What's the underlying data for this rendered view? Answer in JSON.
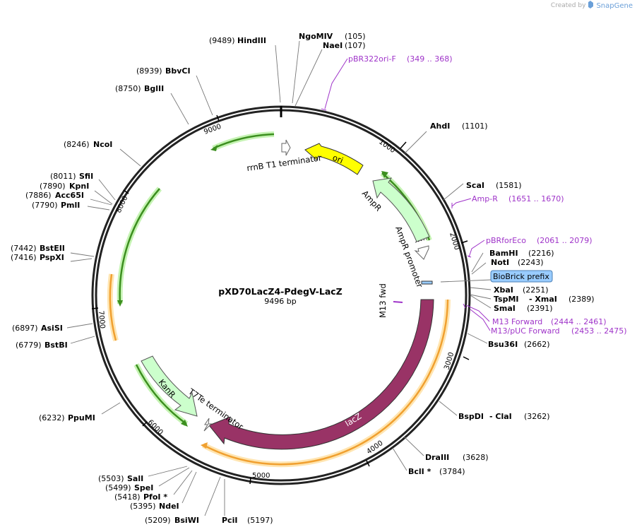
{
  "credit": {
    "prefix": "Created by",
    "brand": "SnapGene"
  },
  "plasmid": {
    "name": "pXD70LacZ4-PdegV-LacZ",
    "length": "9496 bp"
  },
  "ticks": [
    "1000",
    "2000",
    "3000",
    "4000",
    "5000",
    "6000",
    "7000",
    "8000",
    "9000"
  ],
  "sites": [
    {
      "pos": "(9489)",
      "name": "HindIII"
    },
    {
      "name": "NgoMIV",
      "pos": "(105)"
    },
    {
      "name": "NaeI",
      "pos": "(107)"
    },
    {
      "pos": "(8939)",
      "name": "BbvCI"
    },
    {
      "pos": "(8750)",
      "name": "BglII"
    },
    {
      "pos": "(8246)",
      "name": "NcoI"
    },
    {
      "pos": "(8011)",
      "name": "SfiI"
    },
    {
      "pos": "(7890)",
      "name": "KpnI"
    },
    {
      "pos": "(7886)",
      "name": "Acc65I"
    },
    {
      "pos": "(7790)",
      "name": "PmlI"
    },
    {
      "pos": "(7442)",
      "name": "BstEII"
    },
    {
      "pos": "(7416)",
      "name": "PspXI"
    },
    {
      "pos": "(6897)",
      "name": "AsiSI"
    },
    {
      "pos": "(6779)",
      "name": "BstBI"
    },
    {
      "pos": "(6232)",
      "name": "PpuMI"
    },
    {
      "pos": "(5503)",
      "name": "SalI"
    },
    {
      "pos": "(5499)",
      "name": "SpeI"
    },
    {
      "pos": "(5418)",
      "name": "PfoI *"
    },
    {
      "pos": "(5395)",
      "name": "NdeI"
    },
    {
      "pos": "(5209)",
      "name": "BsiWI"
    },
    {
      "name": "PciI",
      "pos": "(5197)"
    },
    {
      "name": "AhdI",
      "pos": "(1101)"
    },
    {
      "name": "ScaI",
      "pos": "(1581)"
    },
    {
      "name": "BamHI",
      "pos": "(2216)"
    },
    {
      "name": "NotI",
      "pos": "(2243)"
    },
    {
      "name": "XbaI",
      "pos": "(2251)"
    },
    {
      "name": "TspMI",
      "sep": "- XmaI",
      "pos": "(2389)"
    },
    {
      "name": "SmaI",
      "pos": "(2391)"
    },
    {
      "name": "Bsu36I",
      "pos": "(2662)"
    },
    {
      "name": "BspDI",
      "sep": "- ClaI",
      "pos": "(3262)"
    },
    {
      "name": "DraIII",
      "pos": "(3628)"
    },
    {
      "name": "BclI *",
      "pos": "(3784)"
    }
  ],
  "primers": [
    {
      "name": "pBR322ori-F",
      "range": "(349 .. 368)"
    },
    {
      "name": "Amp-R",
      "range": "(1651 .. 1670)"
    },
    {
      "name": "pBRforEco",
      "range": "(2061 .. 2079)"
    },
    {
      "name": "M13 Forward",
      "range": "(2444 .. 2461)"
    },
    {
      "name": "M13/pUC Forward",
      "range": "(2453 .. 2475)"
    }
  ],
  "features": {
    "ori": "ori",
    "ampr": "AmpR",
    "ampr_promoter": "AmpR promoter",
    "rrnb": "rrnB T1 terminator",
    "m13fwd": "M13 fwd",
    "lacz": "lacZ",
    "kanr": "KanR",
    "t7te": "T7Te terminator",
    "biobrick": "BioBrick prefix"
  },
  "colors": {
    "backbone": "#222222",
    "ori": "#ffff00",
    "ampr": "#ccffcc",
    "lacz": "#993366",
    "orf_green": "#3c8f1f",
    "orf_orange": "#f0a030",
    "primer": "#9f34c9",
    "biobrick": "#99ccff"
  }
}
